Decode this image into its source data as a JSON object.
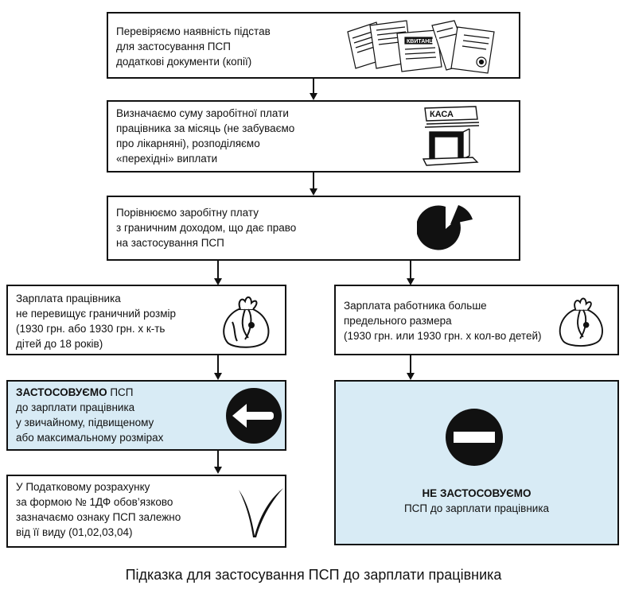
{
  "steps": {
    "s1": [
      "Перевіряємо наявність підстав",
      "для застосування ПСП",
      "додаткові документи (копії)"
    ],
    "s2": [
      "Визначаємо суму заробітної плати",
      "працівника за місяць (не забуваємо",
      "про лікарняні), розподіляємо",
      "«перехідні» виплати"
    ],
    "s3": [
      "Порівнюємо заробітну плату",
      "з граничним доходом, що дає право",
      "на застосування ПСП"
    ],
    "left1": [
      "Зарплата працівника",
      "не перевищує граничний розмір",
      "(1930 грн. або 1930 грн. х к-ть",
      "дітей до 18 років)"
    ],
    "right1": [
      "Зарплата работника больше",
      "предельного  размера",
      "(1930 грн. или 1930 грн. х кол-во детей)"
    ],
    "left2_bold": "ЗАСТОСОВУЄМО",
    "left2_rest": " ПСП",
    "left2": [
      "до зарплати працівника",
      "у звичайному, підвищеному",
      "або максимальному розмірах"
    ],
    "left3": [
      "У Податковому розрахунку",
      "за формою № 1ДФ обов’язково",
      "зазначаємо ознаку ПСП залежно",
      "від її виду (01,02,03,04)"
    ],
    "right2_bold": "НЕ ЗАСТОСОВУЄМО",
    "right2": "ПСП до зарплати працівника"
  },
  "icons": {
    "documents": "documents-icon",
    "cashier": "cashier-window-icon",
    "pie": "pie-chart-icon",
    "money_bag": "money-bag-icon",
    "left_arrow_sign": "left-arrow-sign-icon",
    "no_entry": "no-entry-sign-icon",
    "checkmark": "checkmark-icon"
  },
  "icon_text": {
    "kvitancii": "КВИТАНЦІЇ",
    "kasa": "КАСА"
  },
  "caption": "Підказка для застосування ПСП до зарплати працівника",
  "colors": {
    "highlight": "#d8ebf5",
    "ink": "#111111"
  }
}
